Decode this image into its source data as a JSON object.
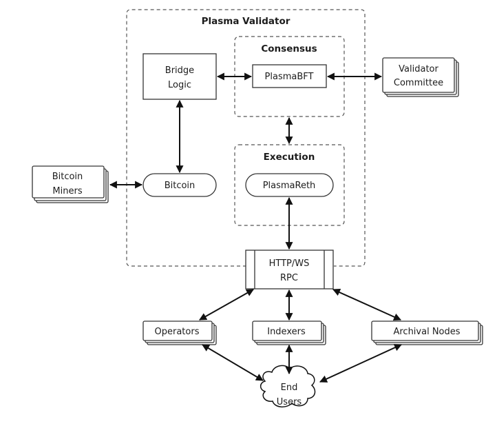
{
  "diagram": {
    "groups": {
      "validator": "Plasma Validator",
      "consensus": "Consensus",
      "execution": "Execution"
    },
    "nodes": {
      "bridge_logic": [
        "Bridge",
        "Logic"
      ],
      "plasma_bft": "PlasmaBFT",
      "validator_committee": [
        "Validator",
        "Committee"
      ],
      "bitcoin_miners": [
        "Bitcoin",
        "Miners"
      ],
      "bitcoin": "Bitcoin",
      "plasma_reth": "PlasmaReth",
      "rpc": [
        "HTTP/WS",
        "RPC"
      ],
      "operators": "Operators",
      "indexers": "Indexers",
      "archival_nodes": "Archival Nodes",
      "end_users": [
        "End",
        "Users"
      ]
    },
    "edges": [
      {
        "from": "Bridge Logic",
        "to": "PlasmaBFT",
        "direction": "bidirectional"
      },
      {
        "from": "PlasmaBFT",
        "to": "Validator Committee",
        "direction": "bidirectional"
      },
      {
        "from": "Bridge Logic",
        "to": "Bitcoin",
        "direction": "bidirectional"
      },
      {
        "from": "Bitcoin Miners",
        "to": "Bitcoin",
        "direction": "bidirectional"
      },
      {
        "from": "Consensus",
        "to": "Execution",
        "direction": "bidirectional"
      },
      {
        "from": "PlasmaReth",
        "to": "HTTP/WS RPC",
        "direction": "bidirectional"
      },
      {
        "from": "HTTP/WS RPC",
        "to": "Operators",
        "direction": "bidirectional"
      },
      {
        "from": "HTTP/WS RPC",
        "to": "Indexers",
        "direction": "bidirectional"
      },
      {
        "from": "HTTP/WS RPC",
        "to": "Archival Nodes",
        "direction": "bidirectional"
      },
      {
        "from": "Operators",
        "to": "End Users",
        "direction": "bidirectional"
      },
      {
        "from": "Indexers",
        "to": "End Users",
        "direction": "bidirectional"
      },
      {
        "from": "Archival Nodes",
        "to": "End Users",
        "direction": "bidirectional"
      }
    ]
  }
}
